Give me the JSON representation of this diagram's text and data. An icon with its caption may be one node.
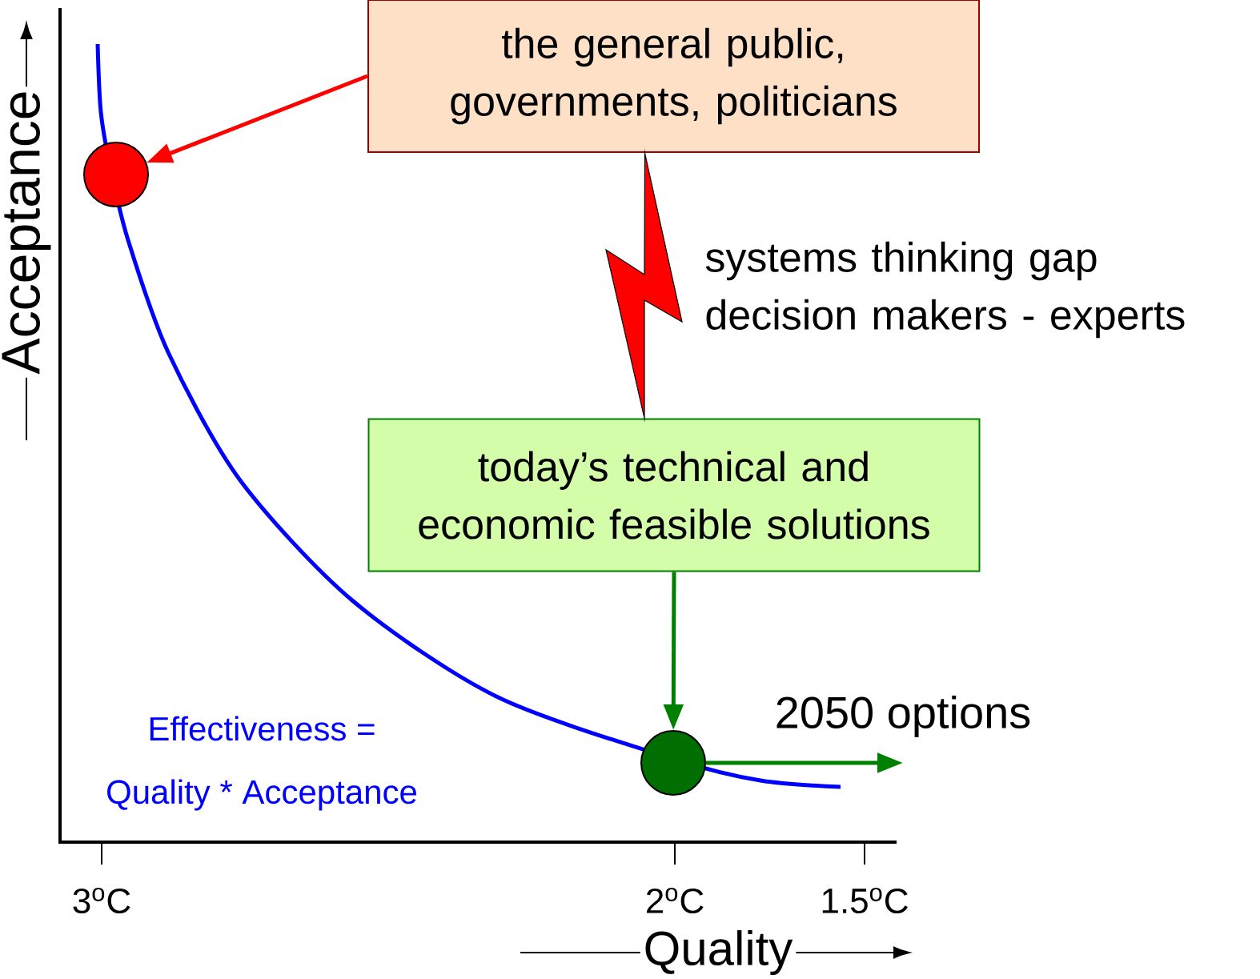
{
  "diagram": {
    "nodes": [
      {
        "text": [
          "the general public, governments, politicians"
        ]
      },
      {
        "text": [],
        "shape": "circle"
      },
      {
        "text": [
          "today’s technical and economic feasible solutions"
        ]
      },
      {
        "text": [],
        "shape": "circle"
      }
    ],
    "edges": [
      {
        "from": 0,
        "to": 1,
        "arrow": "to",
        "color": "#ff0000"
      },
      {
        "from": 0,
        "to": 2,
        "arrow": "none",
        "label": "systems thinking gap decision makers - experts",
        "color": "#ff0000"
      },
      {
        "from": 2,
        "to": 3,
        "arrow": "to",
        "color": "#008000"
      },
      {
        "from": 3,
        "to": null,
        "arrow": "to",
        "label": "2050 options",
        "color": "#008000"
      }
    ],
    "labels": [
      "Acceptance",
      "Effectiveness =",
      "Quality * Acceptance",
      "3$^{o}$C",
      "2$^{o}$C",
      "1.5$^{o}$C",
      "Quality"
    ]
  }
}
